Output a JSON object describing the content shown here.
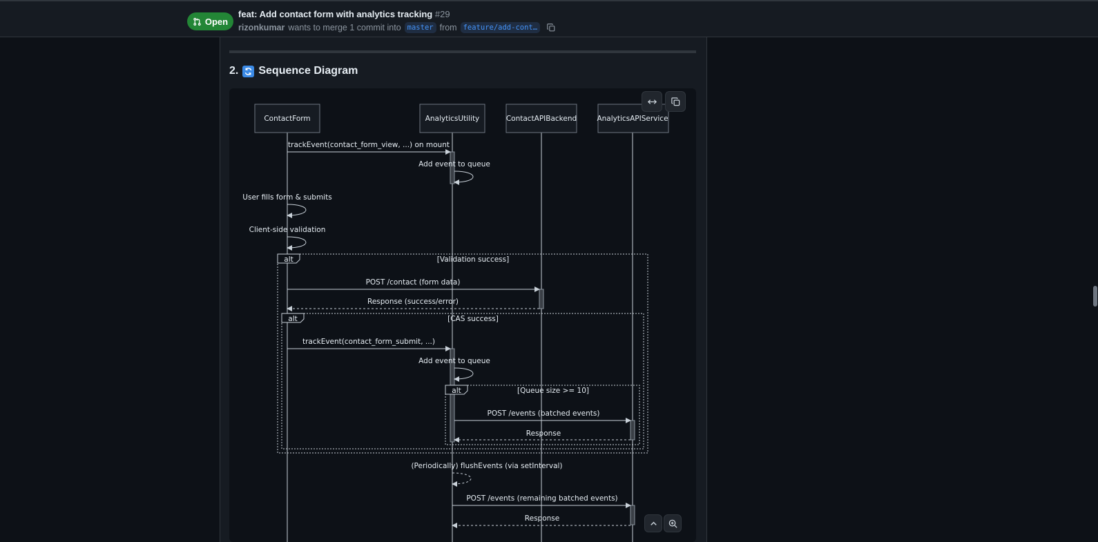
{
  "pr": {
    "state": "Open",
    "title": "feat: Add contact form with analytics tracking",
    "number": "#29",
    "author": "rizonkumar",
    "merge_text": "wants to merge 1 commit into",
    "base_branch": "master",
    "from_text": "from",
    "head_branch": "feature/add-cont…"
  },
  "section": {
    "heading": "2.",
    "heading_title": "Sequence Diagram"
  },
  "diagram": {
    "participants": [
      "ContactForm",
      "AnalyticsUtility",
      "ContactAPIBackend",
      "AnalyticsAPIService"
    ],
    "messages": [
      "trackEvent(contact_form_view, ...) on mount",
      "Add event to queue",
      "User fills form & submits",
      "Client-side validation",
      "POST /contact (form data)",
      "Response (success/error)",
      "trackEvent(contact_form_submit, ...)",
      "Add event to queue",
      "POST /events (batched events)",
      "Response",
      "(Periodically) flushEvents (via setInterval)",
      "POST /events (remaining batched events)",
      "Response"
    ],
    "fragments": [
      {
        "kind": "alt",
        "condition": "[Validation success]"
      },
      {
        "kind": "alt",
        "condition": "[CAS success]"
      },
      {
        "kind": "alt",
        "condition": "[Queue size >= 10]"
      }
    ]
  },
  "icons": {
    "state": "git-pull-request-icon",
    "copy": "copy-icon",
    "expand": "arrows-horizontal-icon",
    "copy_diagram": "copy-icon",
    "up": "chevron-up-icon",
    "zoom": "zoom-in-icon"
  }
}
